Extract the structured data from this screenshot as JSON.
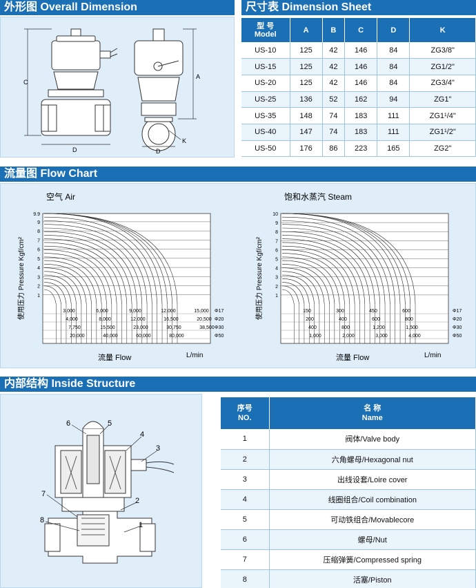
{
  "sections": {
    "overall": "外形图 Overall Dimension",
    "dimension_sheet": "尺寸表 Dimension Sheet",
    "flow_chart": "流量图 Flow Chart",
    "inside": "内部结构 Inside Structure"
  },
  "drawing_labels": {
    "c": "C",
    "d": "D",
    "a": "A",
    "d2": "D",
    "k": "K"
  },
  "dimension_table": {
    "headers": [
      {
        "cn": "型 号",
        "en": "Model"
      },
      {
        "cn": "",
        "en": "A"
      },
      {
        "cn": "",
        "en": "B"
      },
      {
        "cn": "",
        "en": "C"
      },
      {
        "cn": "",
        "en": "D"
      },
      {
        "cn": "",
        "en": "K"
      }
    ],
    "rows": [
      [
        "US-10",
        "125",
        "42",
        "146",
        "84",
        "ZG3/8\""
      ],
      [
        "US-15",
        "125",
        "42",
        "146",
        "84",
        "ZG1/2\""
      ],
      [
        "US-20",
        "125",
        "42",
        "146",
        "84",
        "ZG3/4\""
      ],
      [
        "US-25",
        "136",
        "52",
        "162",
        "94",
        "ZG1\""
      ],
      [
        "US-35",
        "148",
        "74",
        "183",
        "111",
        "ZG1¹/4\""
      ],
      [
        "US-40",
        "147",
        "74",
        "183",
        "111",
        "ZG1¹/2\""
      ],
      [
        "US-50",
        "176",
        "86",
        "223",
        "165",
        "ZG2\""
      ]
    ]
  },
  "chart_data": [
    {
      "type": "line",
      "title": "空气 Air",
      "ylabel": "使用压力 Pressure Kgf/cm²",
      "xlabel": "流量 Flow",
      "xunit": "L/min",
      "yticks": [
        "1",
        "2",
        "3",
        "4",
        "5",
        "6",
        "7",
        "8",
        "9",
        "9.9"
      ],
      "ylim": [
        0,
        9.9
      ],
      "curve_count": 25,
      "flow_rows": [
        {
          "diameter": "Φ17",
          "values": [
            "3,000",
            "6,000",
            "9,000",
            "12,000",
            "15,000"
          ]
        },
        {
          "diameter": "Φ20",
          "values": [
            "4,000",
            "8,000",
            "12,000",
            "16,500",
            "20,500"
          ]
        },
        {
          "diameter": "Φ30",
          "values": [
            "7,750",
            "15,500",
            "23,000",
            "30,750",
            "38,500"
          ]
        },
        {
          "diameter": "Φ50",
          "values": [
            "20,000",
            "40,000",
            "60,000",
            "80,000"
          ]
        }
      ]
    },
    {
      "type": "line",
      "title": "饱和水蒸汽 Steam",
      "ylabel": "使用压力 Pressure Kgf/cm²",
      "xlabel": "流量 Flow",
      "xunit": "L/min",
      "yticks": [
        "1",
        "2",
        "3",
        "4",
        "5",
        "6",
        "7",
        "8",
        "9",
        "10"
      ],
      "ylim": [
        0,
        10
      ],
      "curve_count": 25,
      "flow_rows": [
        {
          "diameter": "Φ17",
          "values": [
            "150",
            "300",
            "450",
            "600"
          ]
        },
        {
          "diameter": "Φ20",
          "values": [
            "200",
            "400",
            "600",
            "800"
          ]
        },
        {
          "diameter": "Φ30",
          "values": [
            "400",
            "800",
            "1,200",
            "1,500"
          ]
        },
        {
          "diameter": "Φ50",
          "values": [
            "1,000",
            "2,000",
            "3,000",
            "4,000"
          ]
        }
      ]
    }
  ],
  "parts_table": {
    "headers": [
      {
        "cn": "序号",
        "en": "NO."
      },
      {
        "cn": "名 称",
        "en": "Name"
      }
    ],
    "rows": [
      [
        "1",
        "阀体/Valve body"
      ],
      [
        "2",
        "六角螺母/Hexagonal nut"
      ],
      [
        "3",
        "出线设套/Loire cover"
      ],
      [
        "4",
        "线圈组合/Coil combination"
      ],
      [
        "5",
        "可动铁组合/Movablecore"
      ],
      [
        "6",
        "螺母/Nut"
      ],
      [
        "7",
        "压缩弹簧/Compressed spring"
      ],
      [
        "8",
        "活塞/Piston"
      ]
    ]
  },
  "structure_callouts": [
    "6",
    "5",
    "4",
    "3",
    "7",
    "2",
    "8",
    "1"
  ],
  "colors": {
    "header": "#1b6fb5",
    "panel": "#dfeef8"
  }
}
